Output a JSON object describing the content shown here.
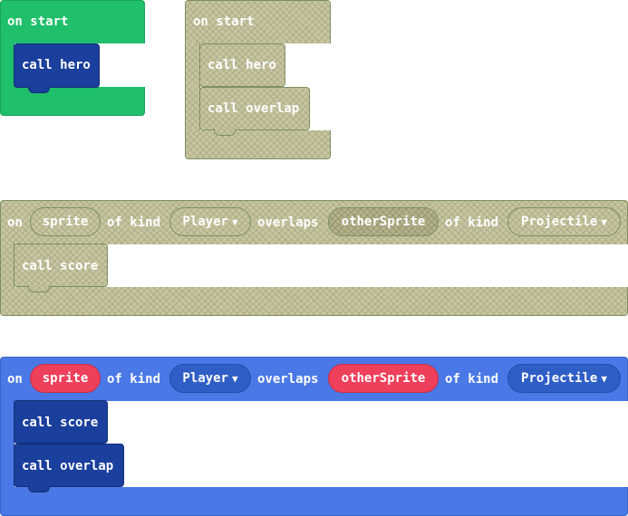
{
  "blocks": {
    "start1": {
      "label": "on start",
      "call": "call hero"
    },
    "start2": {
      "label": "on start",
      "call1": "call hero",
      "call2": "call overlap"
    },
    "overlap1": {
      "on": "on",
      "sprite": "sprite",
      "of_kind_1": "of kind",
      "kind1": "Player",
      "overlaps": "overlaps",
      "other": "otherSprite",
      "of_kind_2": "of kind",
      "kind2": "Projectile",
      "call": "call score"
    },
    "overlap2": {
      "on": "on",
      "sprite": "sprite",
      "of_kind_1": "of kind",
      "kind1": "Player",
      "overlaps": "overlaps",
      "other": "otherSprite",
      "of_kind_2": "of kind",
      "kind2": "Projectile",
      "call1": "call score",
      "call2": "call overlap"
    }
  },
  "colors": {
    "event_green": "#1fbf6b",
    "function_blue": "#1a3f9c",
    "sprite_blue": "#4a78e6",
    "variable_red": "#ee3f5b",
    "disabled_hatch": "#c9c4a0"
  },
  "icons": {
    "dropdown": "caret-down-icon"
  }
}
